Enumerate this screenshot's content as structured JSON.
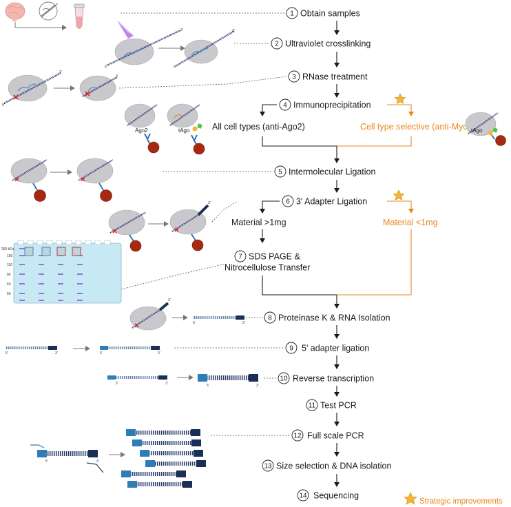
{
  "steps": [
    {
      "num": "1",
      "label": "Obtain samples"
    },
    {
      "num": "2",
      "label": "Ultraviolet crosslinking"
    },
    {
      "num": "3",
      "label": "RNase treatment"
    },
    {
      "num": "4",
      "label": "Immunoprecipitation"
    },
    {
      "num": "5",
      "label": "Intermolecular Ligation"
    },
    {
      "num": "6",
      "label": "3' Adapter Ligation"
    },
    {
      "num": "7",
      "label": "SDS PAGE &",
      "label2": "Nitrocellulose Transfer"
    },
    {
      "num": "8",
      "label": "Proteinase K & RNA Isolation"
    },
    {
      "num": "9",
      "label": "5' adapter ligation"
    },
    {
      "num": "10",
      "label": "Reverse transcription"
    },
    {
      "num": "11",
      "label": "Test PCR"
    },
    {
      "num": "12",
      "label": "Full scale PCR"
    },
    {
      "num": "13",
      "label": "Size selection & DNA isolation"
    },
    {
      "num": "14",
      "label": "Sequencing"
    }
  ],
  "branches": {
    "ip_left": "All cell types (anti-Ago2)",
    "ip_right": "Cell type selective (anti-Myc)",
    "mat_left": "Material >1mg",
    "mat_right": "Material <1mg"
  },
  "protein_labels": {
    "ago2": "Ago2",
    "tago": "tAgo"
  },
  "strand_ends": {
    "five": "5'",
    "three": "3'"
  },
  "gel": {
    "top_label": "260 kDa",
    "markers": [
      "160",
      "110",
      "80",
      "60",
      "50"
    ]
  },
  "legend": {
    "label": "Strategic improvements"
  },
  "colors": {
    "accent": "#e8871e",
    "star": "#f5b731",
    "ink": "#1a1a1a",
    "rna": "#1f2a6b",
    "adapter": "#1e4f82",
    "gel": "#c7e9f3",
    "bead": "#a52a10"
  }
}
